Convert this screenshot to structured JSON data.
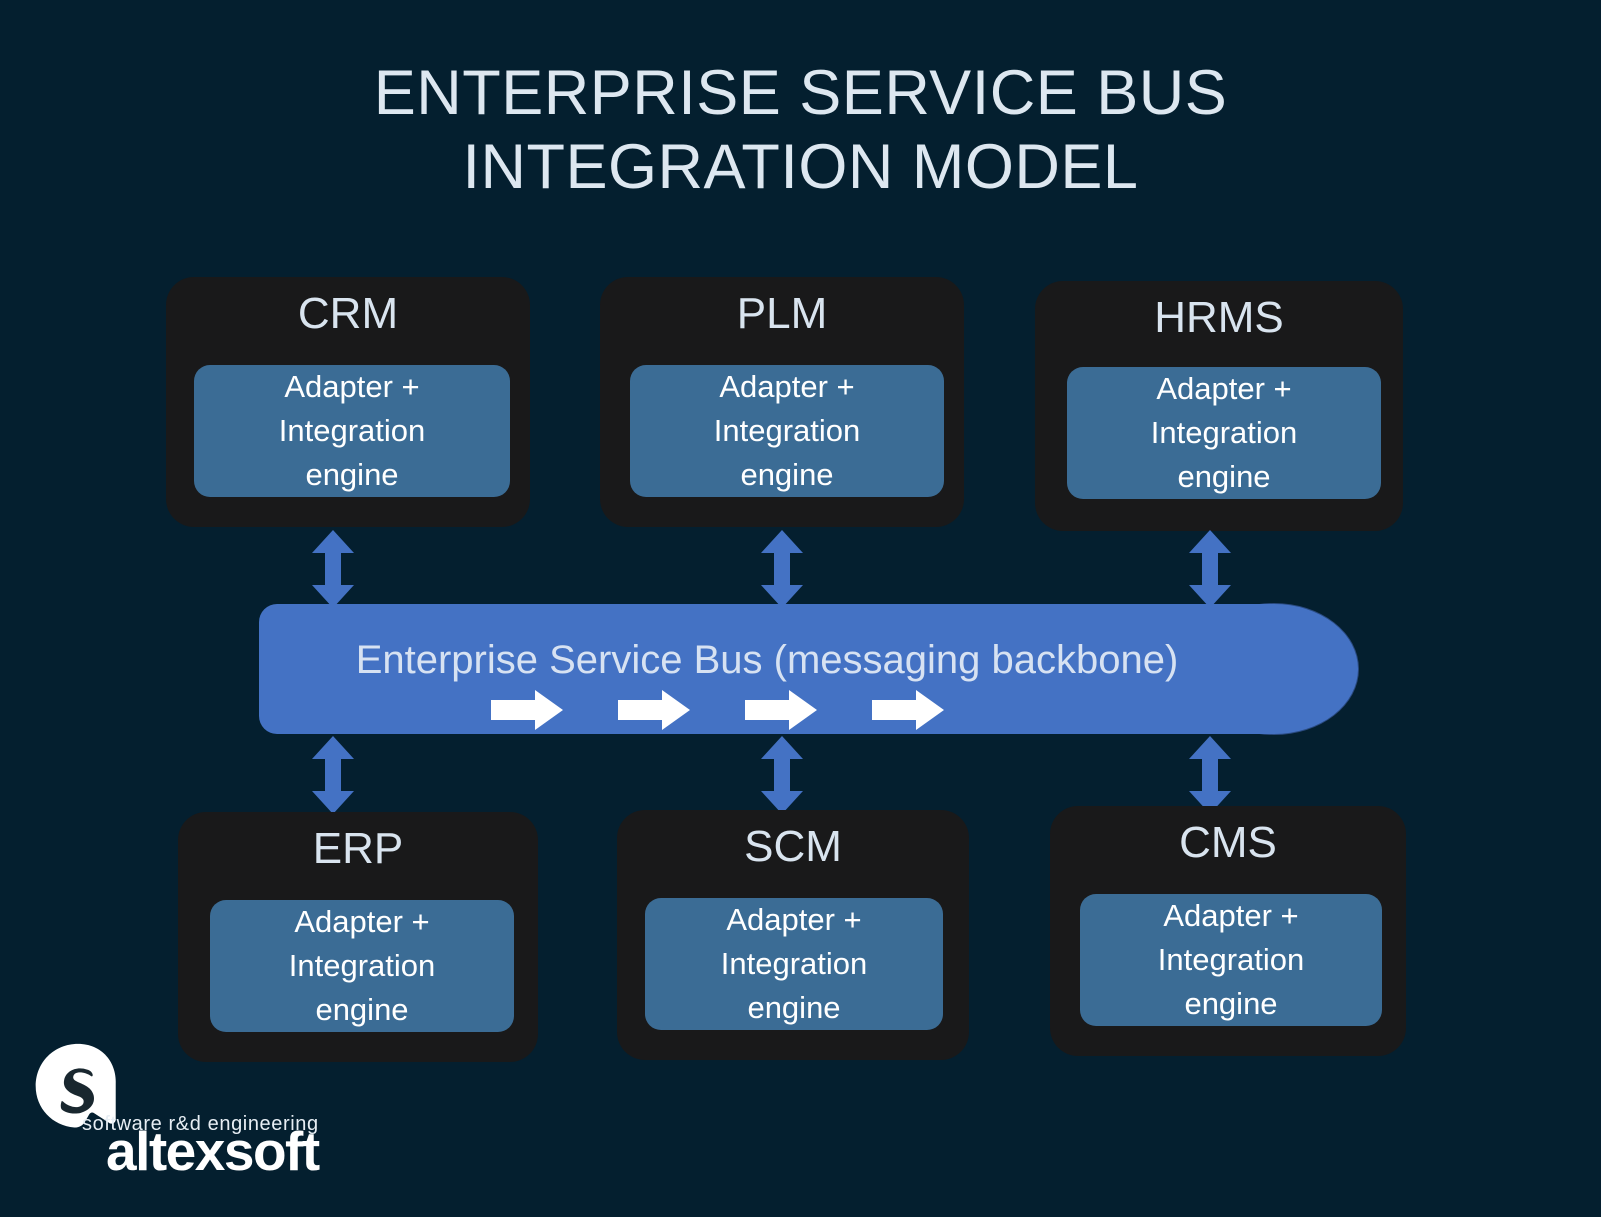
{
  "title": "ENTERPRISE SERVICE BUS\nINTEGRATION MODEL",
  "colors": {
    "background": "#041f2f",
    "card": "#19191a",
    "adapter": "#3b6c95",
    "bus": "#4472c4",
    "arrow": "#4472c4",
    "text_light": "#d9e4ef",
    "text_white": "#ffffff"
  },
  "adapter_label": "Adapter +\nIntegration\nengine",
  "top_systems": [
    {
      "name": "CRM",
      "adapter": "Adapter +\nIntegration\nengine"
    },
    {
      "name": "PLM",
      "adapter": "Adapter +\nIntegration\nengine"
    },
    {
      "name": "HRMS",
      "adapter": "Adapter +\nIntegration\nengine"
    }
  ],
  "bottom_systems": [
    {
      "name": "ERP",
      "adapter": "Adapter +\nIntegration\nengine"
    },
    {
      "name": "SCM",
      "adapter": "Adapter +\nIntegration\nengine"
    },
    {
      "name": "CMS",
      "adapter": "Adapter +\nIntegration\nengine"
    }
  ],
  "bus": {
    "label": "Enterprise Service Bus (messaging backbone)",
    "flow_arrow_count": 4,
    "shape": "cylinder"
  },
  "connectors": {
    "type": "double-headed-vertical-arrow",
    "count": 6,
    "description": "bidirectional link between each system and the bus"
  },
  "logo": {
    "wordmark": "altexsoft",
    "tagline": "software r&d engineering",
    "mark": "altexsoft-speech-bubble-a-icon"
  }
}
